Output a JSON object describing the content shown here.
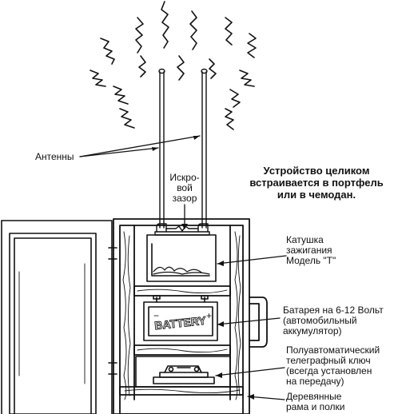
{
  "labels": {
    "antennas": "Антенны",
    "spark_gap": "Искро-\nвой\nзазор",
    "whole_device": "Устройство целиком\nвстраивается в портфель\nили в чемодан.",
    "ignition_coil": "Катушка\nзажигания\nМодель \"T\"",
    "battery": "Батарея на 6-12 Вольт\n(автомобильный\nаккумулятор)",
    "telegraph_key": "Полуавтоматический\nтелеграфный ключ\n(всегда установлен\nна передачу)",
    "frame": "Деревянные\nрама и полки",
    "battery_text": "BATTERY",
    "battery_minus": "−",
    "battery_plus": "+"
  },
  "colors": {
    "ink": "#111111",
    "paper": "#ffffff"
  }
}
